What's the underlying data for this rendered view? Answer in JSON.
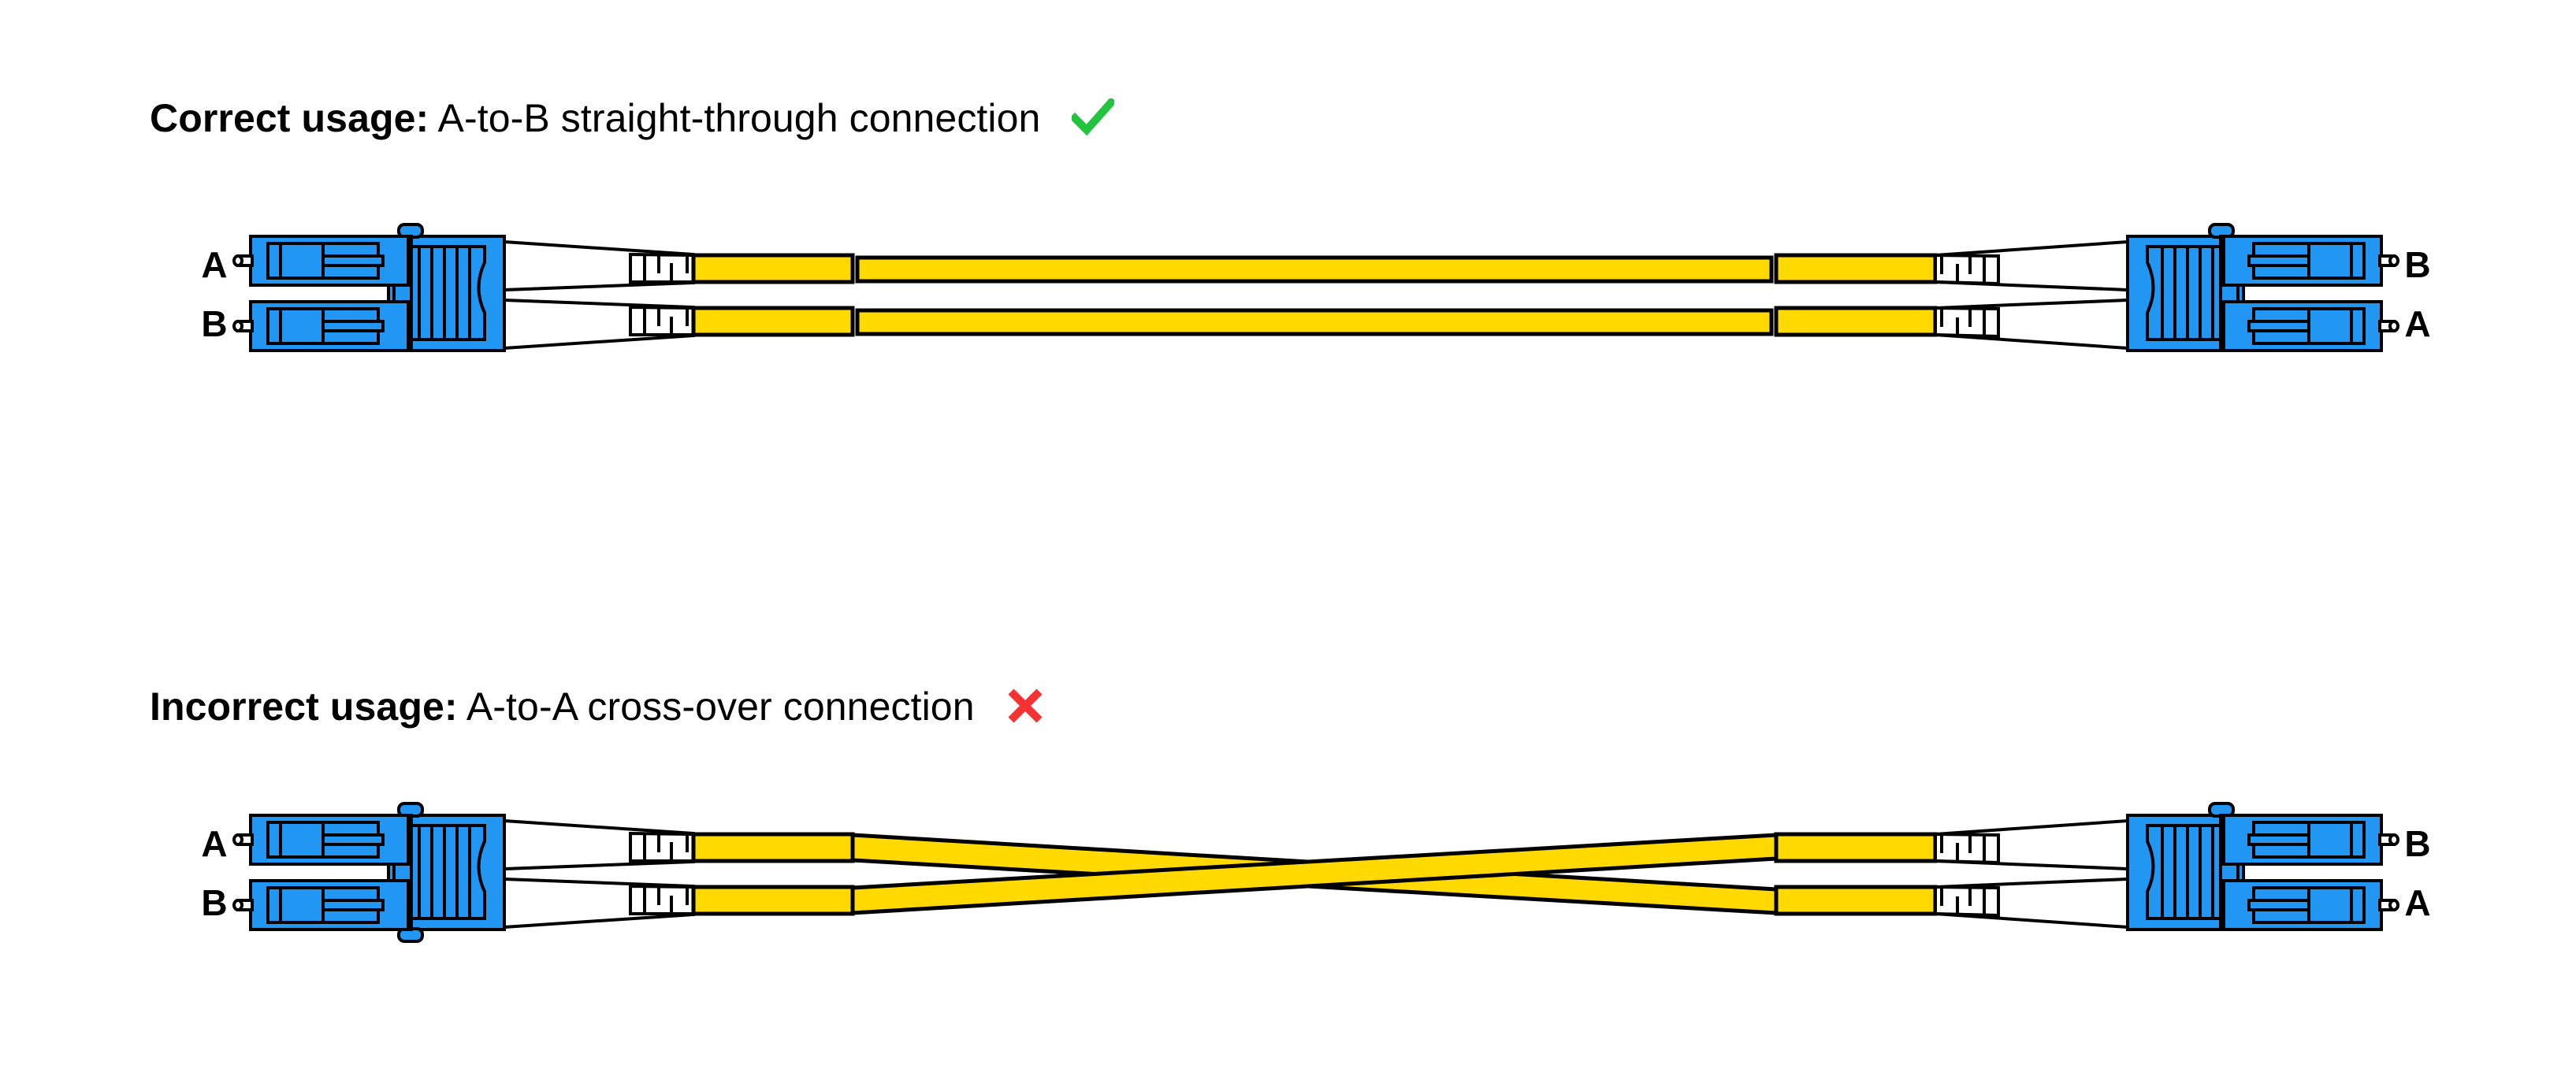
{
  "page": {
    "background_color": "#ffffff",
    "title": "Duplex LC fiber patch cable polarity diagram"
  },
  "palette": {
    "connector_blue": "#2196f3",
    "cable_yellow": "#ffd900",
    "outline_black": "#000000",
    "boot_white": "#ffffff",
    "check_green": "#22c33e",
    "cross_red": "#f73232",
    "text_black": "#000000"
  },
  "sections": [
    {
      "id": "correct",
      "caption": {
        "lead": "Correct usage:",
        "rest": "A-to-B straight-through connection",
        "mark_icon": "check-icon",
        "mark_color": "#22c33e"
      },
      "left_connector": {
        "type": "duplex-lc-connector",
        "top_label": "A",
        "bottom_label": "B",
        "color": "#2196f3"
      },
      "right_connector": {
        "type": "duplex-lc-connector",
        "top_label": "B",
        "bottom_label": "A",
        "color": "#2196f3"
      },
      "routing": "straight-through",
      "fibers": [
        {
          "from": "A",
          "to": "B",
          "color": "#ffd900"
        },
        {
          "from": "B",
          "to": "A",
          "color": "#ffd900"
        }
      ]
    },
    {
      "id": "incorrect",
      "caption": {
        "lead": "Incorrect usage:",
        "rest": "A-to-A cross-over connection",
        "mark_icon": "cross-icon",
        "mark_color": "#f73232"
      },
      "left_connector": {
        "type": "duplex-lc-connector",
        "top_label": "A",
        "bottom_label": "B",
        "color": "#2196f3"
      },
      "right_connector": {
        "type": "duplex-lc-connector",
        "top_label": "B",
        "bottom_label": "A",
        "color": "#2196f3"
      },
      "routing": "cross-over",
      "fibers": [
        {
          "from": "A",
          "to": "A",
          "color": "#ffd900"
        },
        {
          "from": "B",
          "to": "B",
          "color": "#ffd900"
        }
      ]
    }
  ]
}
